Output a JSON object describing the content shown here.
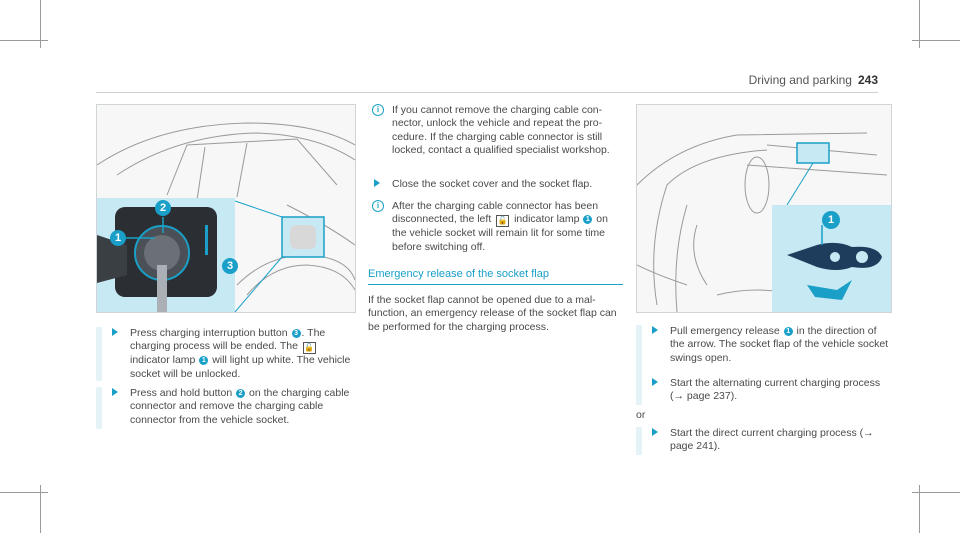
{
  "header": {
    "title": "Driving and parking",
    "page_number": "243"
  },
  "col1": {
    "steps": [
      {
        "pre": "Press charging interruption button ",
        "b1": "3",
        "mid": ". The charging process will be ended. The ",
        "lock": "🔓",
        "post_a": " indicator lamp ",
        "b2": "1",
        "post_b": " will light up white. The vehi­cle socket will be unlocked."
      },
      {
        "pre": "Press and hold button ",
        "b1": "2",
        "post": " on the charging cable connector and remove the charging cable connector from the vehicle socket."
      }
    ],
    "figure": {
      "callouts": [
        "1",
        "2",
        "3"
      ]
    }
  },
  "col2": {
    "info1": "If you cannot remove the charging cable con­nector, unlock the vehicle and repeat the pro­cedure. If the charging cable connector is still locked, contact a qualified specialist work­shop.",
    "step1": "Close the socket cover and the socket flap.",
    "info2": {
      "pre": "After the charging cable connector has been disconnected, the left ",
      "lock": "🔓",
      "mid": " indicator lamp ",
      "b": "1",
      "post": " on the vehicle socket will remain lit for some time before switching off."
    },
    "section_heading": "Emergency release of the socket flap",
    "paragraph": "If the socket flap cannot be opened due to a mal­function, an emergency release of the socket flap can be performed for the charging process."
  },
  "col3": {
    "figure": {
      "callout": "1"
    },
    "step1": {
      "pre": "Pull emergency release ",
      "b": "1",
      "post": " in the direction of the arrow. The socket flap of the vehicle socket swings open."
    },
    "step2": "Start the alternating current charging process (→ page 237).",
    "or_label": "or",
    "step3": "Start the direct current charging process (→ page 241)."
  },
  "colors": {
    "accent": "#1aa0c8",
    "inset": "#c7e9f3"
  }
}
